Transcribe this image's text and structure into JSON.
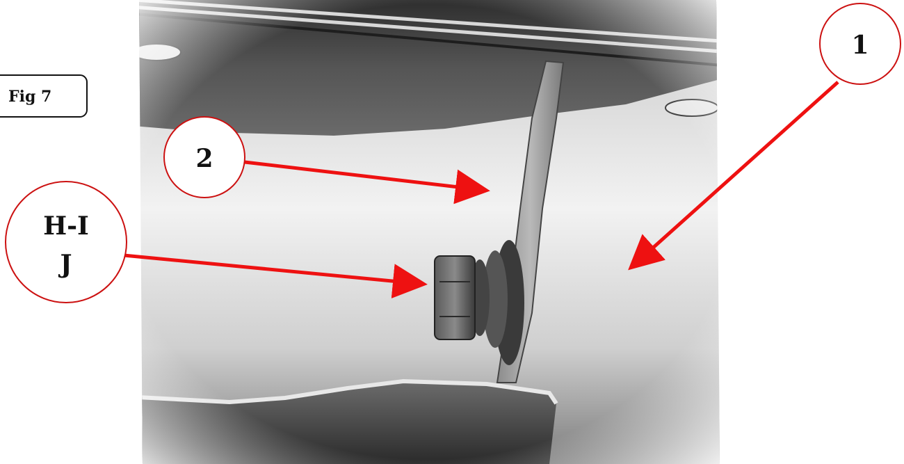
{
  "figure_label": "Fig 7",
  "callouts": {
    "part_1": "1",
    "part_2": "2",
    "part_hij_line1": "H-I",
    "part_hij_line2": "J"
  },
  "colors": {
    "arrow": "#ee1111",
    "callout_border": "#cc1111",
    "metal_dark": "#3a3a3a",
    "metal_mid": "#8a8a8a",
    "metal_light": "#e2e2e2"
  }
}
